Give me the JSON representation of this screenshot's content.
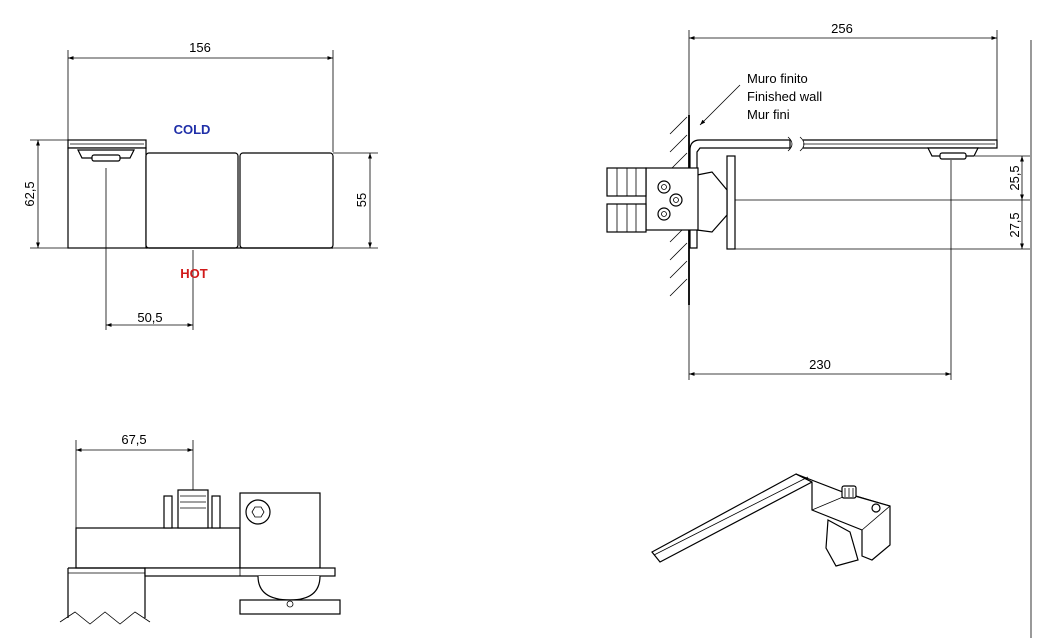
{
  "dimensions": {
    "top_width": "156",
    "left_height": "62,5",
    "right_height": "55",
    "hot_offset": "50,5",
    "side_total_length": "256",
    "side_upper": "25,5",
    "side_lower": "27,5",
    "side_projection": "230",
    "bottom_offset": "67,5"
  },
  "labels": {
    "cold": "COLD",
    "hot": "HOT",
    "wall_it": "Muro finito",
    "wall_en": "Finished wall",
    "wall_fr": "Mur fini"
  },
  "colors": {
    "cold": "#1f2fa8",
    "hot": "#d01a1a",
    "line": "#000000"
  }
}
